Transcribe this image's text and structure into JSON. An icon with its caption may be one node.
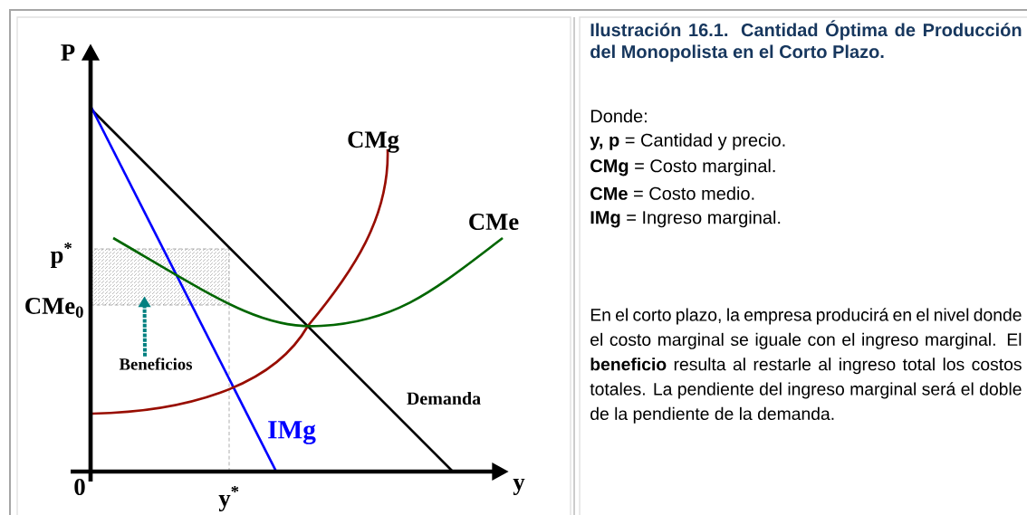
{
  "diagram": {
    "title": "Ilustración 16.1. Cantidad Óptima de Producción del Monopolista en el Corto Plazo.",
    "nodes": [
      {
        "text": [
          "Beneficios"
        ]
      },
      {
        "text": [],
        "shape": "box"
      }
    ],
    "edges": [
      {
        "from": 0,
        "to": 1,
        "arrow": "to",
        "style": "dashed",
        "color": "#008080"
      }
    ],
    "labels": [
      "P",
      "p$^{*}$",
      "CMe$_{0}$",
      "0",
      "y$^{*}$",
      "y",
      "CMg",
      "CMe",
      "Demanda",
      "IMg",
      "Donde:",
      "**y, p** = Cantidad y precio.",
      "**CMg** = Costo marginal.",
      "**CMe** = Costo medio.",
      "**IMg** = Ingreso marginal.",
      "En el corto plazo, la empresa producirá en el nivel donde el costo marginal se iguale con el ingreso marginal. El **beneficio** resulta al restarle al ingreso total los costos totales. La pendiente del ingreso marginal será el doble de la pendiente de la demanda."
    ]
  }
}
